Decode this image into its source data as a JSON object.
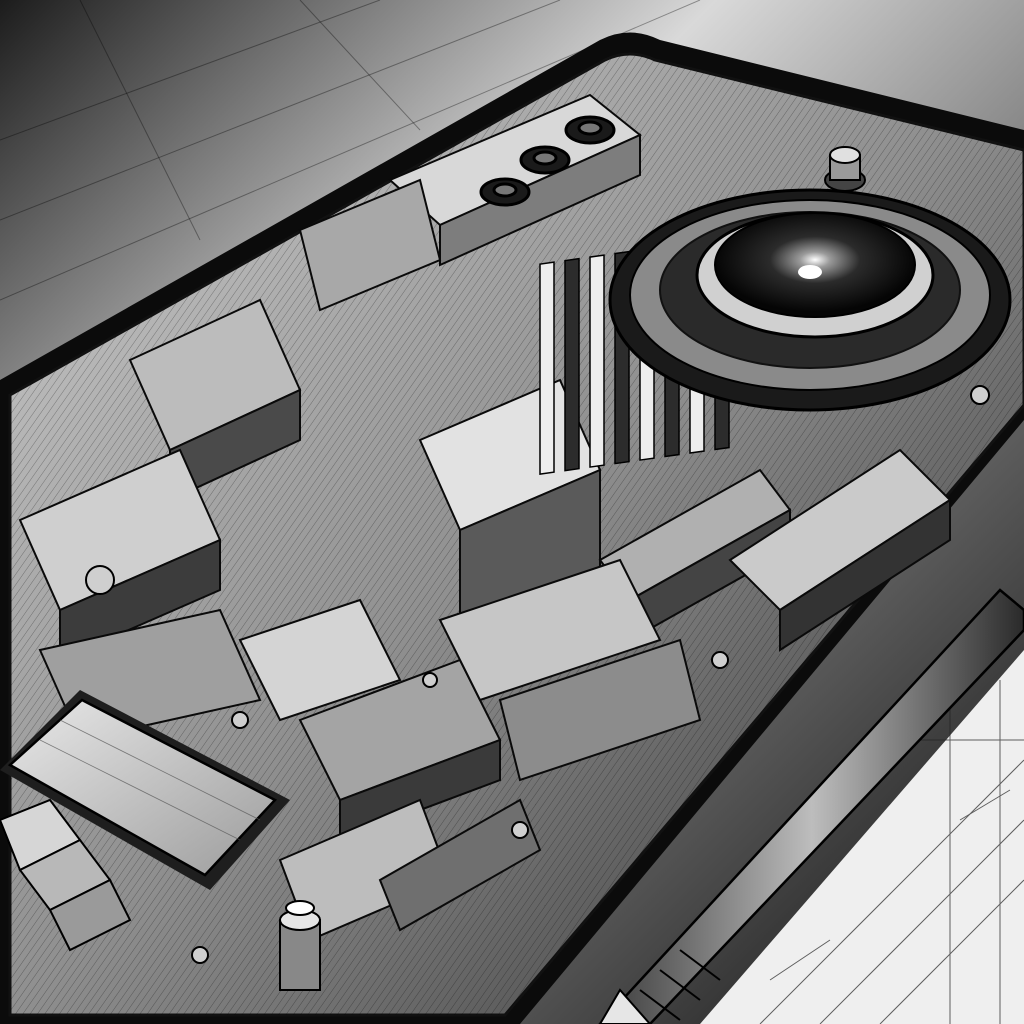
{
  "scene": {
    "subject": "phone-circuit-illustration",
    "style": "black-and-white ink sketch",
    "colors": {
      "ink": "#0a0a0a",
      "paper": "#f2f2f2",
      "midtone": "#8a8a8a",
      "shadow": "#1e1e1e",
      "highlight": "#ffffff"
    },
    "elements": [
      {
        "name": "phone-body",
        "kind": "device"
      },
      {
        "name": "camera-lens",
        "kind": "optics"
      },
      {
        "name": "heatsink-fins",
        "kind": "component"
      },
      {
        "name": "screen-module",
        "kind": "component"
      },
      {
        "name": "stylus-pen",
        "kind": "tool"
      },
      {
        "name": "blueprint-sheet",
        "kind": "paper"
      }
    ]
  }
}
